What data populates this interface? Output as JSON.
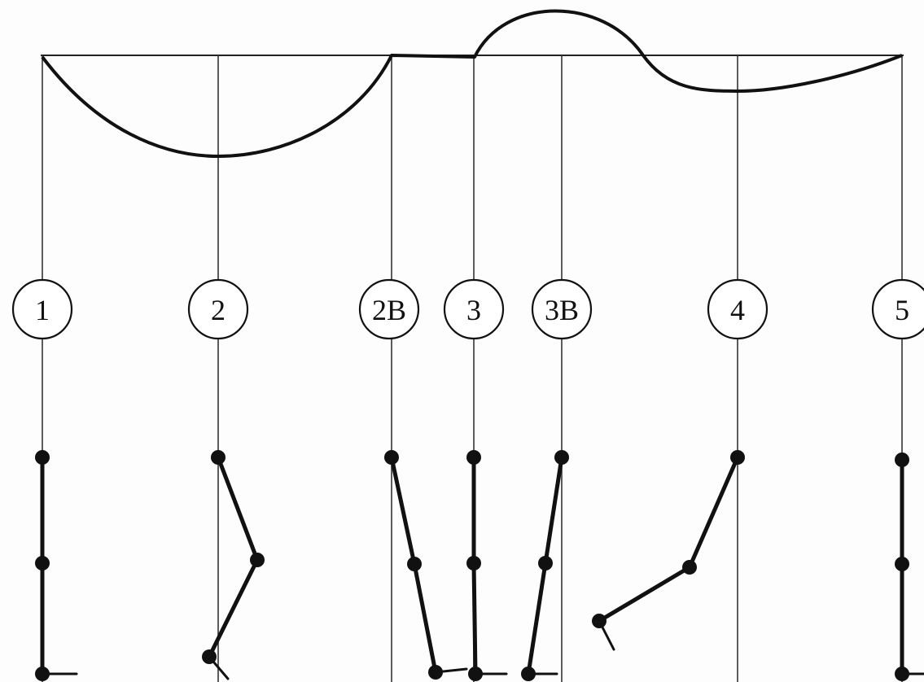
{
  "colors": {
    "ink": "#111111",
    "line": "#222222",
    "background": "#fdfdfd"
  },
  "phases": [
    {
      "label": "1"
    },
    {
      "label": "2"
    },
    {
      "label": "2B"
    },
    {
      "label": "3"
    },
    {
      "label": "3B"
    },
    {
      "label": "4"
    },
    {
      "label": "5"
    }
  ]
}
